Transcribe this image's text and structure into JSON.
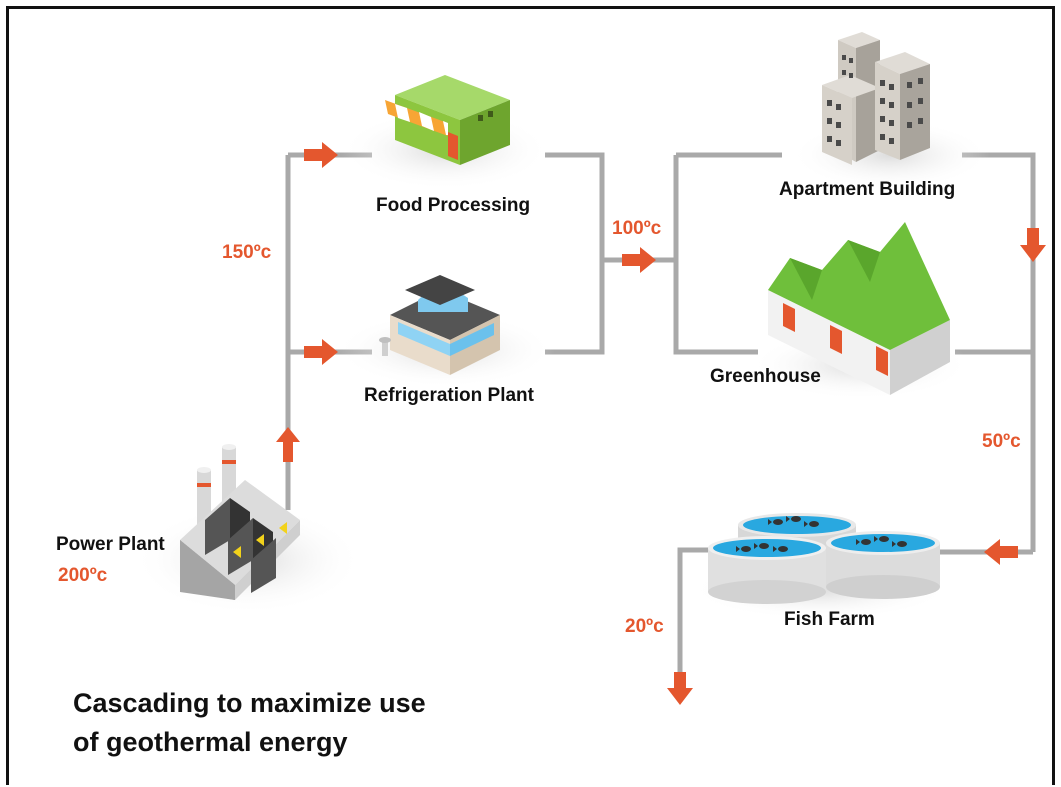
{
  "title_line1": "Cascading to maximize use",
  "title_line2": "of geothermal energy",
  "nodes": {
    "power_plant": "Power Plant",
    "food_processing": "Food Processing",
    "refrigeration_plant": "Refrigeration Plant",
    "apartment_building": "Apartment Building",
    "greenhouse": "Greenhouse",
    "fish_farm": "Fish Farm"
  },
  "temperatures": {
    "power_plant": "200ºc",
    "stage1": "150ºc",
    "stage2": "100ºc",
    "stage3": "50ºc",
    "stage4": "20ºc"
  },
  "colors": {
    "pipe": "#a9a9a9",
    "arrow": "#e4572e",
    "temp_text": "#e4572e",
    "label_text": "#111111",
    "food_green": "#8dc63f",
    "greenhouse_roof": "#6fbf3b",
    "water": "#29a8e0"
  }
}
